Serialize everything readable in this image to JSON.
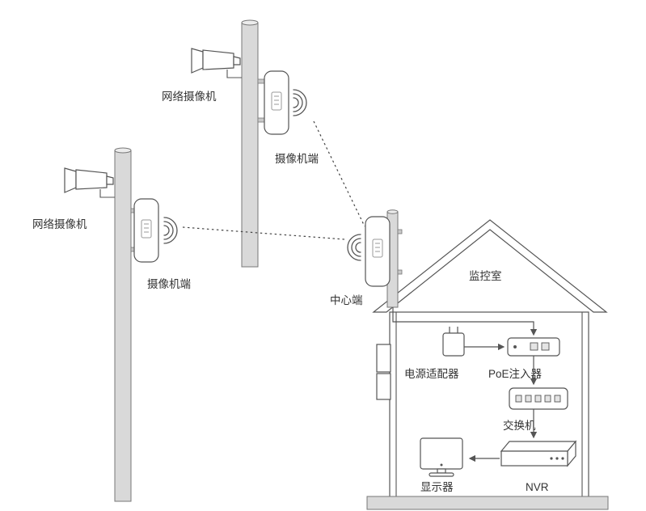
{
  "labels": {
    "camera_top": "网络摄像机",
    "camera_end_top": "摄像机端",
    "camera_left": "网络摄像机",
    "camera_end_left": "摄像机端",
    "center_end": "中心端",
    "monitoring_room": "监控室",
    "power_adapter": "电源适配器",
    "poe_injector": "PoE注入器",
    "switch": "交换机",
    "monitor": "显示器",
    "nvr": "NVR"
  },
  "colors": {
    "stroke": "#555555",
    "pole_fill": "#d9d9d9",
    "text": "#333333",
    "background": "#ffffff"
  }
}
